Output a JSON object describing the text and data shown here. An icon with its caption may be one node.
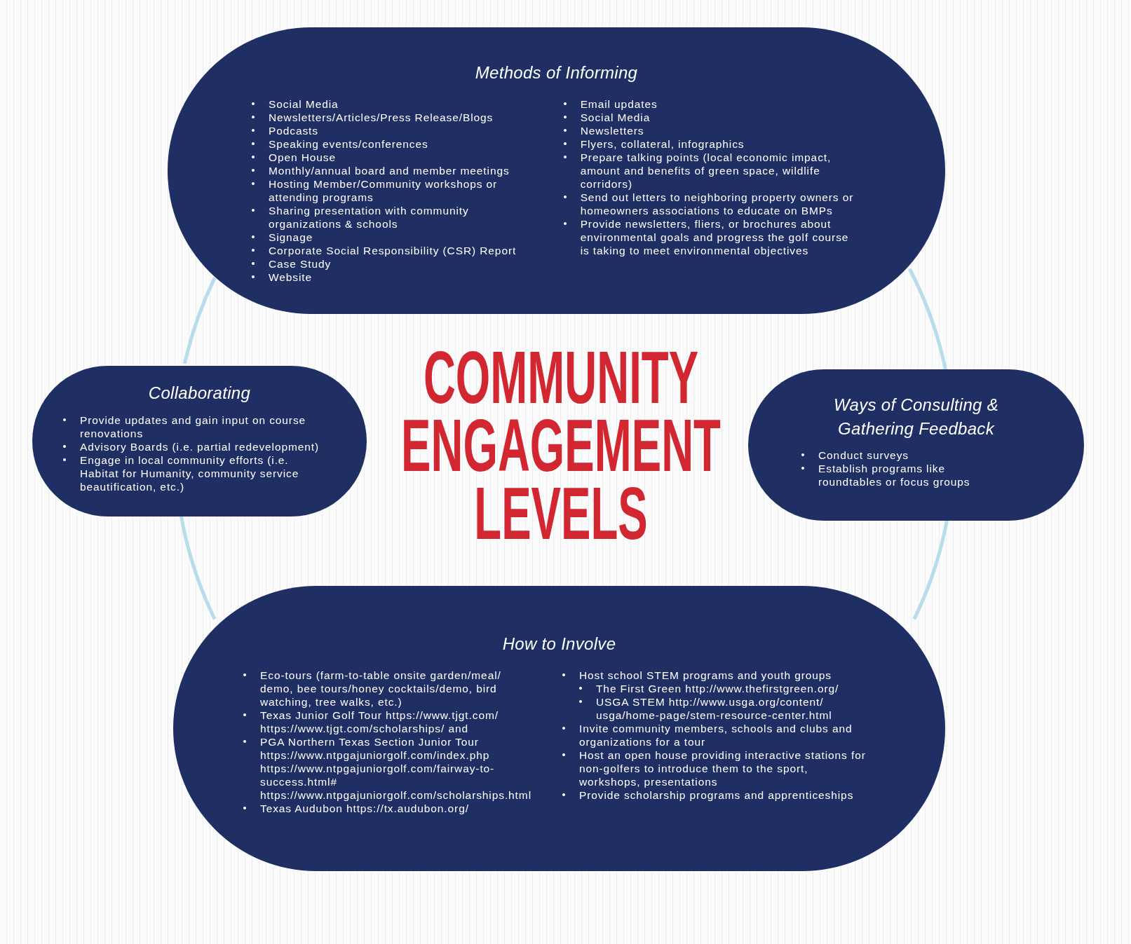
{
  "diagram": {
    "title": "COMMUNITY ENGAGEMENT LEVELS",
    "nodes": [
      {
        "text": [
          "Methods of Informing",
          "Social Media",
          "Newsletters/Articles/Press Release/Blogs",
          "Podcasts",
          "Speaking events/conferences",
          "Open House",
          "Monthly/annual board and member meetings",
          "Hosting Member/Community workshops or attending programs",
          "Sharing presentation with community organizations & schools",
          "Signage",
          "Corporate Social Responsibility (CSR) Report",
          "Case Study",
          "Website",
          "Email updates",
          "Social Media",
          "Newsletters",
          "Flyers, collateral, infographics",
          "Prepare talking points (local economic impact, amount and benefits of green space, wildlife corridors)",
          "Send out letters to neighboring property owners or homeowners associations to educate on BMPs",
          "Provide newsletters, fliers, or brochures about environmental goals and progress the golf course is taking to meet environmental objectives"
        ]
      },
      {
        "text": [
          "Collaborating",
          "Provide updates and gain input on course renovations",
          "Advisory Boards (i.e. partial redevelopment)",
          "Engage in local community efforts (i.e. Habitat for Humanity, community service beautification, etc.)"
        ]
      },
      {
        "text": [
          "Ways of Consulting & Gathering Feedback",
          "Conduct surveys",
          "Establish programs like roundtables or focus groups"
        ]
      },
      {
        "text": [
          "How to Involve",
          "Eco-tours (farm-to-table onsite garden/meal/ demo, bee tours/honey cocktails/demo, bird watching, tree walks, etc.)",
          "Texas Junior Golf Tour  https://www.tjgt.com/ https://www.tjgt.com/scholarships/ and",
          "PGA Northern Texas Section Junior Tour https://www.ntpgajuniorgolf.com/index.php https://www.ntpgajuniorgolf.com/fairway-to-success.html# https://www.ntpgajuniorgolf.com/scholarships.html",
          "Texas Audubon https://tx.audubon.org/",
          "Host school STEM programs and youth groups",
          "The First Green http://www.thefirstgreen.org/",
          "USGA STEM http://www.usga.org/content/ usga/home-page/stem-resource-center.html",
          "Invite community members, schools and clubs and organizations for a tour",
          "Host an open house providing interactive stations for non-golfers to introduce them to the sport, workshops, presentations",
          "Provide scholarship programs and apprenticeships"
        ]
      }
    ],
    "edges": [
      {
        "from": 0,
        "to": 1,
        "arrow": "none"
      },
      {
        "from": 1,
        "to": 3,
        "arrow": "none"
      },
      {
        "from": 0,
        "to": 2,
        "arrow": "none"
      },
      {
        "from": 2,
        "to": 3,
        "arrow": "none"
      }
    ]
  }
}
